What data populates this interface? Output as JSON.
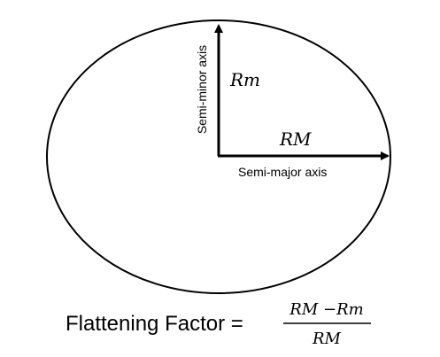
{
  "labels": {
    "semi_minor_axis": "Semi-minor axis",
    "semi_major_axis": "Semi-major axis",
    "rm_small": "Rm",
    "rm_large": "RM"
  },
  "formula": {
    "lhs": "Flattening Factor =",
    "numerator": "RM −Rm",
    "denominator": "RM"
  },
  "colors": {
    "stroke": "#000000",
    "background": "#ffffff"
  }
}
